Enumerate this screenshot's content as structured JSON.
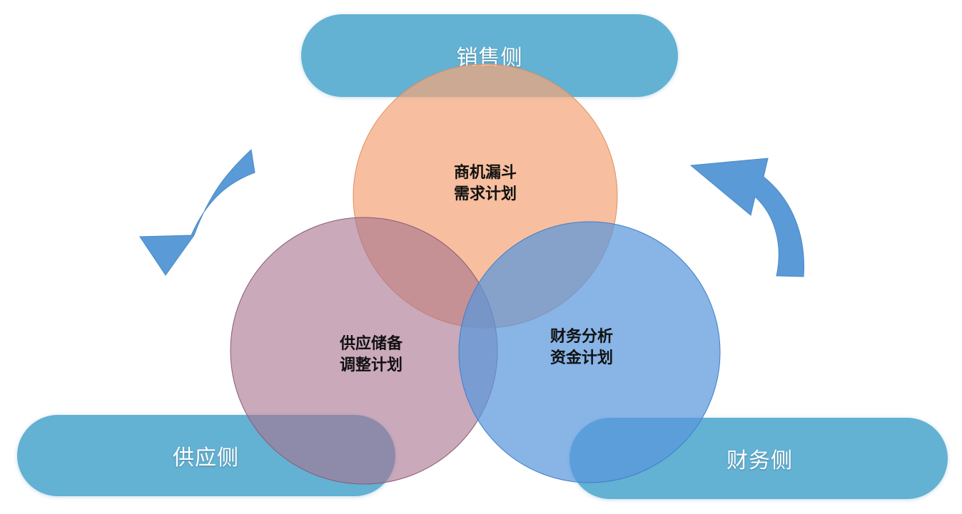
{
  "pills": {
    "sales": "销售侧",
    "supply": "供应侧",
    "finance": "财务侧"
  },
  "circles": {
    "top": {
      "line1": "商机漏斗",
      "line2": "需求计划"
    },
    "left": {
      "line1": "供应储备",
      "line2": "调整计划"
    },
    "right": {
      "line1": "财务分析",
      "line2": "资金计划"
    }
  },
  "colors": {
    "pill": "#63b1d3",
    "circle_top": "#f4a67a",
    "circle_left": "#a87490",
    "circle_right": "#5a97dc",
    "arrow": "#5a9ad6"
  },
  "icons": [
    "curved-arrow-left-icon",
    "curved-arrow-right-icon"
  ]
}
